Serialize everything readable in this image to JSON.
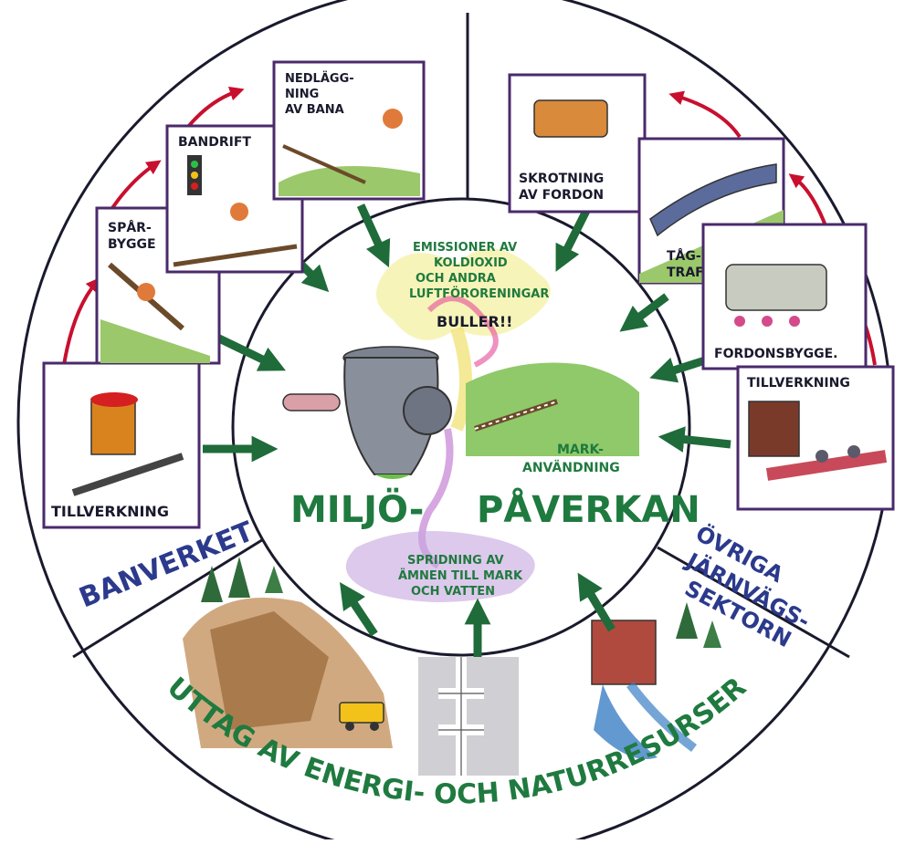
{
  "colors": {
    "ink": "#1a1a2e",
    "arrow_green": "#1f6b3a",
    "arrow_red": "#c8102e",
    "blue_text": "#2b3a8c",
    "green_text": "#1f7a3f",
    "card_border": "#4a2a6b"
  },
  "sectors": {
    "left": "BANVERKET",
    "right": [
      "ÖVRIGA",
      "JÄRNVÄGS-",
      "SEKTORN"
    ],
    "bottom": "UTTAG AV ENERGI- OCH NATURRESURSER"
  },
  "cards_left": {
    "tillverkning": "TILLVERKNING",
    "sparbygge": [
      "SPÅR-",
      "BYGGE"
    ],
    "bandrift": "BANDRIFT",
    "nedlaggning": [
      "NEDLÄGG-",
      "NING",
      "AV BANA"
    ]
  },
  "cards_right": {
    "skrotning": [
      "SKROTNING",
      "AV FORDON"
    ],
    "tagtrafik": [
      "TÅG-",
      "TRAFIK"
    ],
    "fordonsbygge": "FORDONSBYGGE.",
    "tillverkning": "TILLVERKNING"
  },
  "center": {
    "title_left": "MILJÖ-",
    "title_right": "PÅVERKAN",
    "emissions": [
      "EMISSIONER AV",
      "KOLDIOXID",
      "OCH ANDRA",
      "LUFTFÖRORENINGAR"
    ],
    "noise": "BULLER!!",
    "land_use": [
      "MARK-",
      "ANVÄNDNING"
    ],
    "spreading": [
      "SPRIDNING AV",
      "ÄMNEN TILL MARK",
      "OCH VATTEN"
    ]
  },
  "icons": {
    "grinder": "meat-grinder-icon",
    "cloud": "smoke-cloud-icon",
    "landscape": "landscape-icon"
  }
}
